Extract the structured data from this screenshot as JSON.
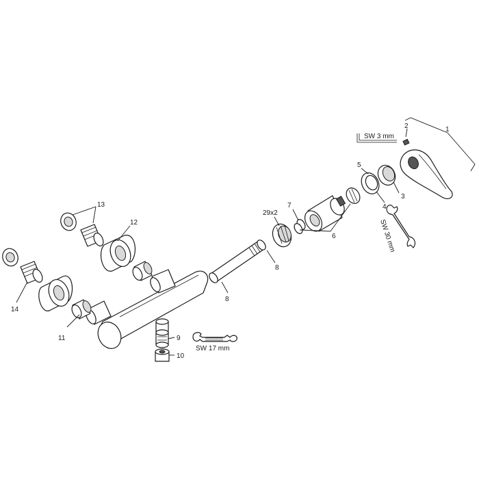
{
  "labels": {
    "p1": "1",
    "p2": "2",
    "p3": "3",
    "p4": "4",
    "p5": "5",
    "p6": "6",
    "p7": "7",
    "p8": "8",
    "p8b": "8",
    "p9": "9",
    "p10": "10",
    "p11": "11",
    "p12": "12",
    "p13": "13",
    "p14": "14",
    "p29": "29x2"
  },
  "tools": {
    "sw3": "SW 3 mm",
    "sw30": "SW 30 mm",
    "sw17": "SW 17 mm"
  }
}
